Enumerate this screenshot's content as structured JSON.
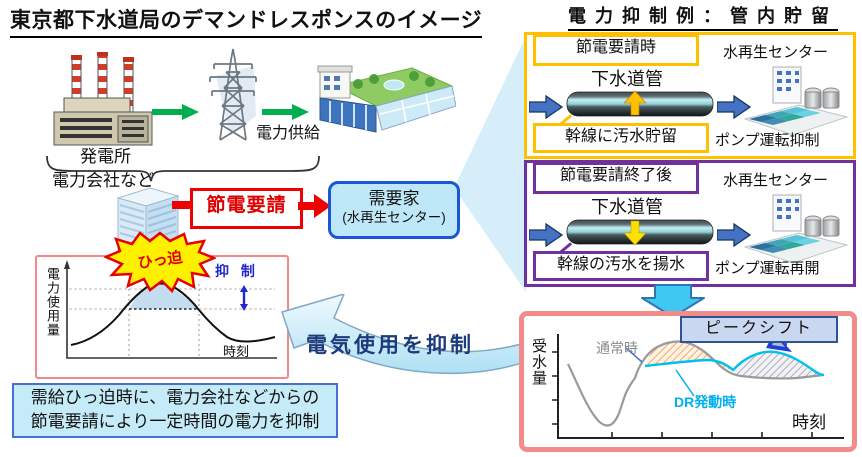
{
  "main_title": "東京都下水道局のデマンドレスポンスのイメージ",
  "flow": {
    "plant_label": "発電所",
    "supply_label": "電力供給",
    "company_label": "電力会社など",
    "request_label": "節電要請",
    "consumer_line1": "需要家",
    "consumer_line2": "(水再生センター)"
  },
  "demand_chart": {
    "ylabel": "電力使用量",
    "xlabel": "時刻",
    "burst": "ひっ迫",
    "suppress": "抑 制"
  },
  "note": {
    "line1": "需給ひっ迫時に、電力会社などからの",
    "line2": "節電要請により一定時間の電力を抑制"
  },
  "swoosh_label": "電気使用を抑制",
  "storage": {
    "title": "電力抑制例：管内貯留",
    "during": {
      "header": "節電要請時",
      "center_label": "水再生センター",
      "pipe_label": "下水道管",
      "action": "幹線に汚水貯留",
      "pump": "ポンプ運転抑制"
    },
    "after": {
      "header": "節電要請終了後",
      "center_label": "水再生センター",
      "pipe_label": "下水道管",
      "action": "幹線の汚水を揚水",
      "pump": "ポンプ運転再開"
    }
  },
  "shift_chart": {
    "peak_shift": "ピークシフト",
    "ylabel": "受水量",
    "xlabel": "時刻",
    "normal_label": "通常時",
    "dr_label": "DR発動時"
  },
  "colors": {
    "red": "#ff0000",
    "green": "#00b050",
    "yellow": "#ffc000",
    "purple": "#7030a0",
    "pink": "#f28c8c",
    "blue": "#4472c4",
    "cyan": "#00b0f0",
    "light_blue_bg": "#bee8f8"
  }
}
